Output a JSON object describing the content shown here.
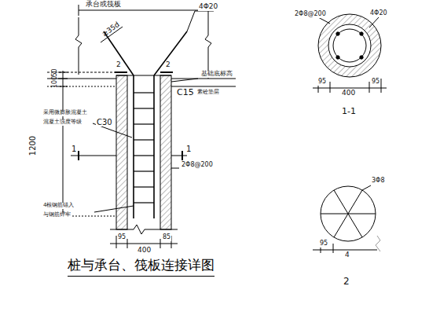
{
  "diagram": {
    "title": "桩与承台、筏板连接详图",
    "labels": [
      "承台或筏板",
      "4Φ20",
      "≥35d",
      "50",
      "100",
      "2",
      "2",
      "基础底标高",
      "C15",
      "素砼垫层",
      "1200",
      "采用微膨胀混凝土",
      "混凝土强度等级",
      "C30",
      "1",
      "1",
      "2Φ8@200",
      "4根钢筋锚入",
      "与钢筋焊牢",
      "95",
      "85",
      "400",
      "2Φ8@200",
      "4Φ20",
      "95",
      "95",
      "400",
      "1-1",
      "3Φ8",
      "95",
      "4",
      "2"
    ]
  }
}
